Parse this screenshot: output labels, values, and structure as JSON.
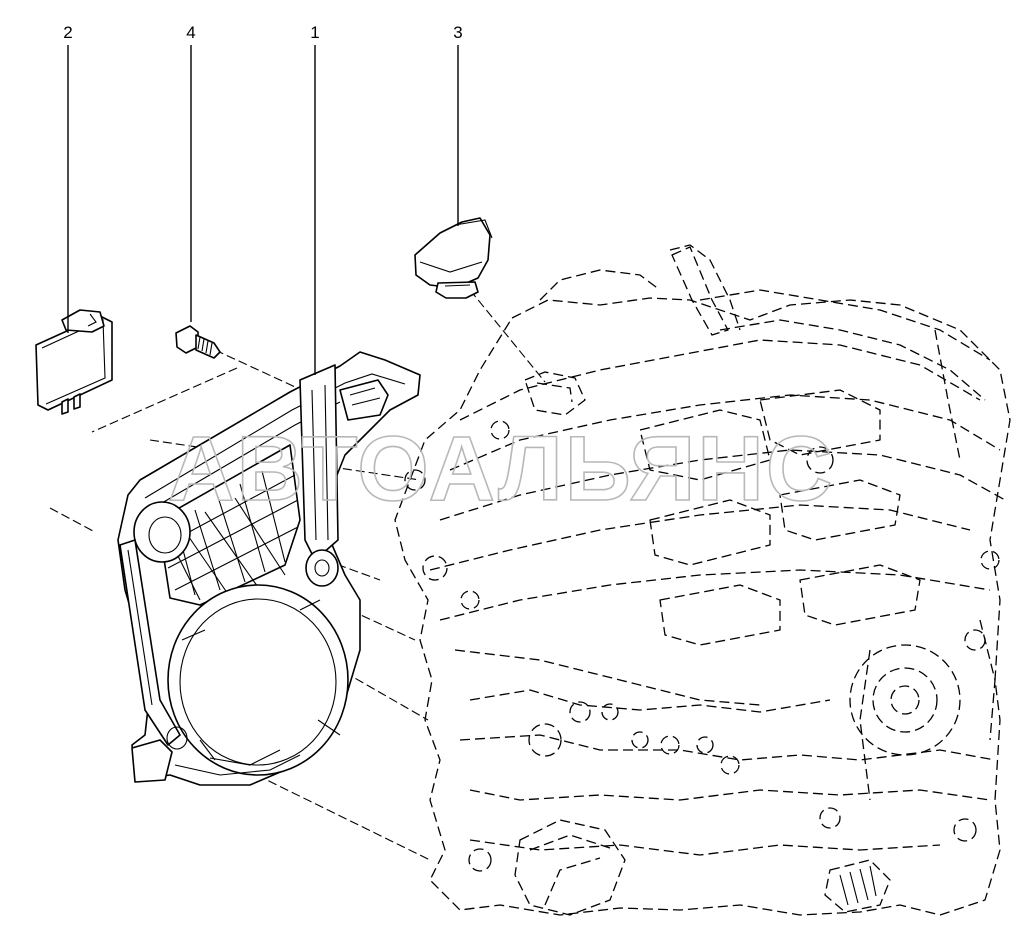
{
  "diagram": {
    "callouts": [
      {
        "id": "1",
        "label": "1"
      },
      {
        "id": "2",
        "label": "2"
      },
      {
        "id": "3",
        "label": "3"
      },
      {
        "id": "4",
        "label": "4"
      }
    ]
  },
  "watermark": "АВТОАЛЬЯНС",
  "colors": {
    "line": "#000000",
    "background": "#ffffff",
    "watermark": "#b8b8b8"
  }
}
